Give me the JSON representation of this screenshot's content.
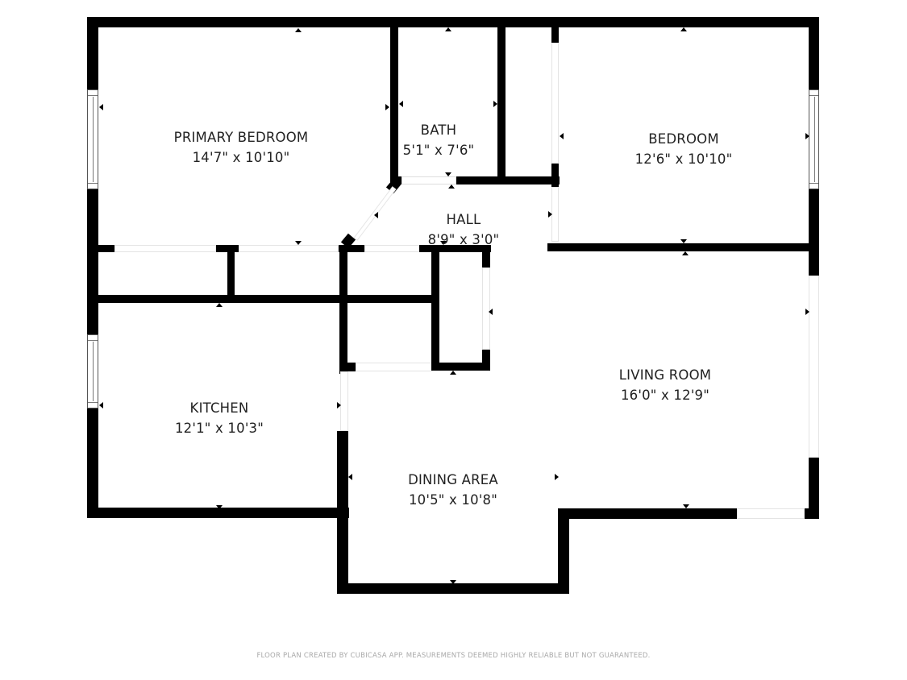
{
  "floor_plan": {
    "rooms": [
      {
        "id": "primary-bedroom",
        "name": "PRIMARY BEDROOM",
        "dimensions": "14'7\" x 10'10\""
      },
      {
        "id": "bath",
        "name": "BATH",
        "dimensions": "5'1\" x 7'6\""
      },
      {
        "id": "bedroom",
        "name": "BEDROOM",
        "dimensions": "12'6\" x 10'10\""
      },
      {
        "id": "hall",
        "name": "HALL",
        "dimensions": "8'9\" x 3'0\""
      },
      {
        "id": "kitchen",
        "name": "KITCHEN",
        "dimensions": "12'1\" x 10'3\""
      },
      {
        "id": "living-room",
        "name": "LIVING ROOM",
        "dimensions": "16'0\" x 12'9\""
      },
      {
        "id": "dining-area",
        "name": "DINING AREA",
        "dimensions": "10'5\" x 10'8\""
      }
    ],
    "footer": "FLOOR PLAN CREATED BY CUBICASA APP. MEASUREMENTS DEEMED HIGHLY RELIABLE BUT NOT GUARANTEED.",
    "colors": {
      "wall": "#000000",
      "text": "#222222",
      "footer_text": "#a9a9a9",
      "background": "#ffffff"
    }
  }
}
